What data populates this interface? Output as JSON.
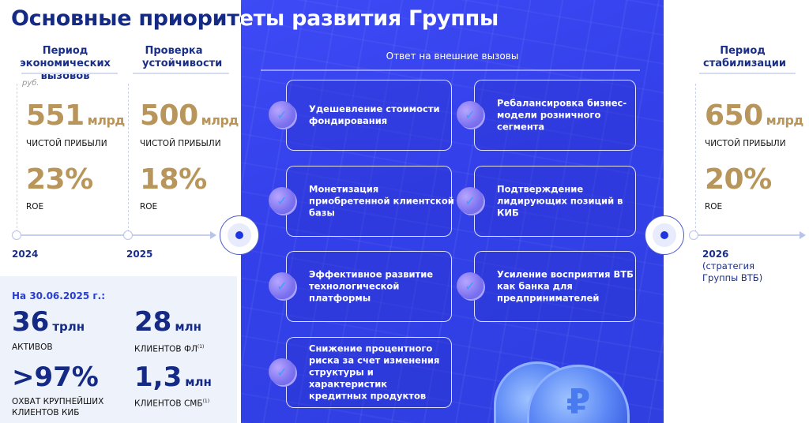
{
  "title": "Основные приоритеты развития Группы",
  "periods": [
    {
      "heading": "Период экономических вызовов",
      "unit_note": "руб.",
      "profit_value": "551",
      "profit_unit": "млрд",
      "profit_label": "ЧИСТОЙ ПРИБЫЛИ",
      "roe_value": "23%",
      "roe_label": "ROE",
      "year": "2024"
    },
    {
      "heading": "Проверка устойчивости",
      "profit_value": "500",
      "profit_unit": "млрд",
      "profit_label": "ЧИСТОЙ ПРИБЫЛИ",
      "roe_value": "18%",
      "roe_label": "ROE",
      "year": "2025"
    },
    {
      "heading": "Период стабилизации",
      "profit_value": "650",
      "profit_unit": "млрд",
      "profit_label": "ЧИСТОЙ ПРИБЫЛИ",
      "roe_value": "20%",
      "roe_label": "ROE",
      "year": "2026",
      "year_note": "(стратегия Группы ВТБ)"
    }
  ],
  "response": {
    "heading": "Ответ на внешние вызовы",
    "items": [
      "Удешевление стоимости фондирования",
      "Ребалансировка бизнес-модели розничного сегмента",
      "Монетизация приобретенной клиентской базы",
      "Подтверждение лидирующих позиций в КИБ",
      "Эффективное развитие технологической платформы",
      "Усиление восприятия ВТБ как банка для предпринимателей",
      "Снижение процентного риска за счет изменения структуры и характеристик кредитных продуктов"
    ],
    "check_icon": "✓",
    "coin_symbol": "₽"
  },
  "stats": {
    "date": "На 30.06.2025 г.:",
    "items": [
      {
        "value": "36",
        "unit": "трлн",
        "label": "АКТИВОВ",
        "note": ""
      },
      {
        "value": "28",
        "unit": "млн",
        "label": "КЛИЕНТОВ ФЛ",
        "note": "(1)"
      },
      {
        "value": ">97%",
        "unit": "",
        "label": "ОХВАТ КРУПНЕЙШИХ КЛИЕНТОВ КИБ",
        "note": ""
      },
      {
        "value": "1,3",
        "unit": "млн",
        "label": "КЛИЕНТОВ СМБ",
        "note": "(1)"
      }
    ]
  },
  "colors": {
    "navy": "#142a85",
    "gold": "#b8955a",
    "panel": "#3a44f0"
  }
}
